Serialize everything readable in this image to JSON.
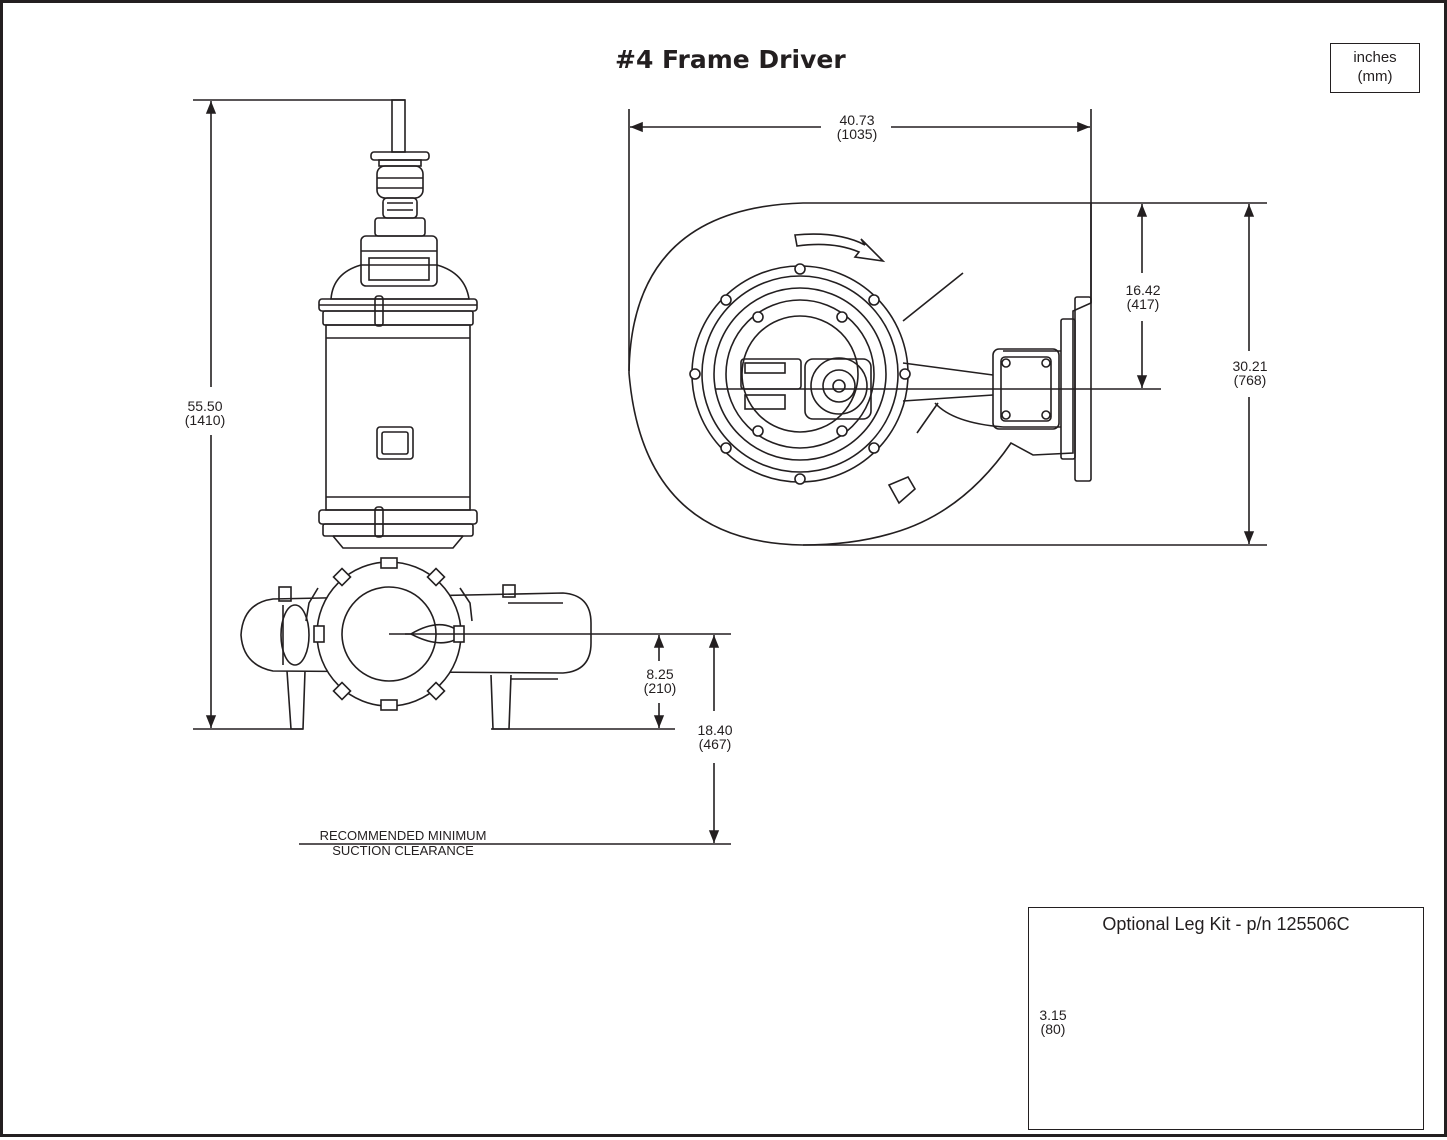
{
  "title": "#4 Frame Driver",
  "units": {
    "line1": "inches",
    "line2": "(mm)"
  },
  "dimensions": {
    "overall_height": {
      "in": "55.50",
      "mm": "(1410)"
    },
    "overall_width": {
      "in": "40.73",
      "mm": "(1035)"
    },
    "centerline_to_discharge": {
      "in": "16.42",
      "mm": "(417)"
    },
    "overall_depth": {
      "in": "30.21",
      "mm": "(768)"
    },
    "discharge_height": {
      "in": "8.25",
      "mm": "(210)"
    },
    "suction_clearance": {
      "in": "18.40",
      "mm": "(467)"
    },
    "leg_height": {
      "in": "3.15",
      "mm": "(80)"
    }
  },
  "clearance_note": {
    "line1": "RECOMMENDED MINIMUM",
    "line2": "SUCTION CLEARANCE"
  },
  "leg_kit": {
    "title": "Optional Leg Kit - p/n 125506C"
  },
  "colors": {
    "ink": "#231f20",
    "paper": "#ffffff"
  }
}
